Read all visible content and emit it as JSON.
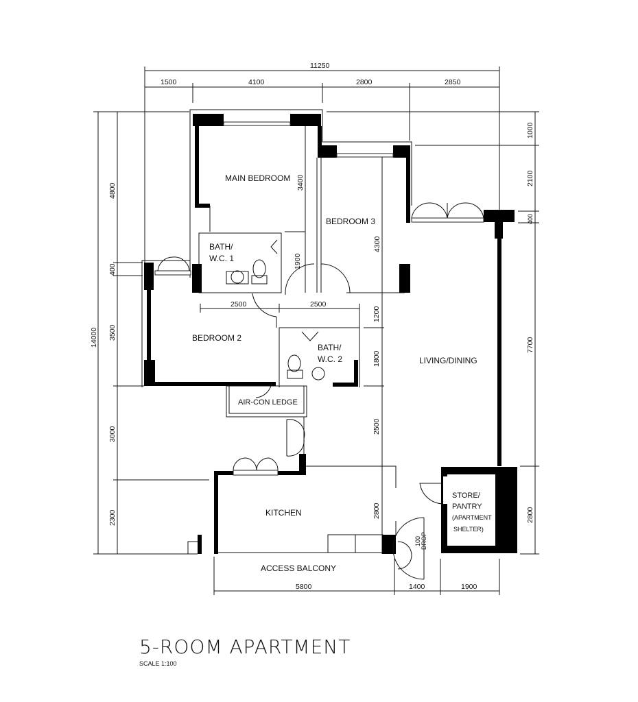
{
  "title": "5-ROOM APARTMENT",
  "scale": "SCALE 1:100",
  "rooms": {
    "main_bedroom": "MAIN BEDROOM",
    "bedroom3": "BEDROOM 3",
    "bath1_l1": "BATH/",
    "bath1_l2": "W.C. 1",
    "bedroom2": "BEDROOM 2",
    "bath2_l1": "BATH/",
    "bath2_l2": "W.C. 2",
    "living": "LIVING/DINING",
    "aircon": "AIR-CON LEDGE",
    "kitchen": "KITCHEN",
    "store_l1": "STORE/",
    "store_l2": "PANTRY",
    "store_l3": "(APARTMENT",
    "store_l4": "SHELTER)",
    "access_balcony": "ACCESS BALCONY",
    "drop_l1": "100",
    "drop_l2": "DROP"
  },
  "dimensions": {
    "top_total": "11250",
    "top": [
      "1500",
      "4100",
      "2800",
      "2850"
    ],
    "left_total": "14000",
    "left": [
      "4800",
      "400",
      "3500",
      "3000",
      "2300"
    ],
    "right": [
      "1000",
      "2100",
      "400",
      "7700",
      "2800"
    ],
    "interior": {
      "main_bed_depth": "3400",
      "bath1_depth": "1900",
      "bed3_depth": "4300",
      "corridor_left": "2500",
      "corridor_right": "2500",
      "corridor_depth": "1200",
      "bath2_depth": "1800",
      "living_mid": "2500",
      "kitchen_depth": "2800"
    },
    "bottom": [
      "5800",
      "1400",
      "1900"
    ]
  }
}
